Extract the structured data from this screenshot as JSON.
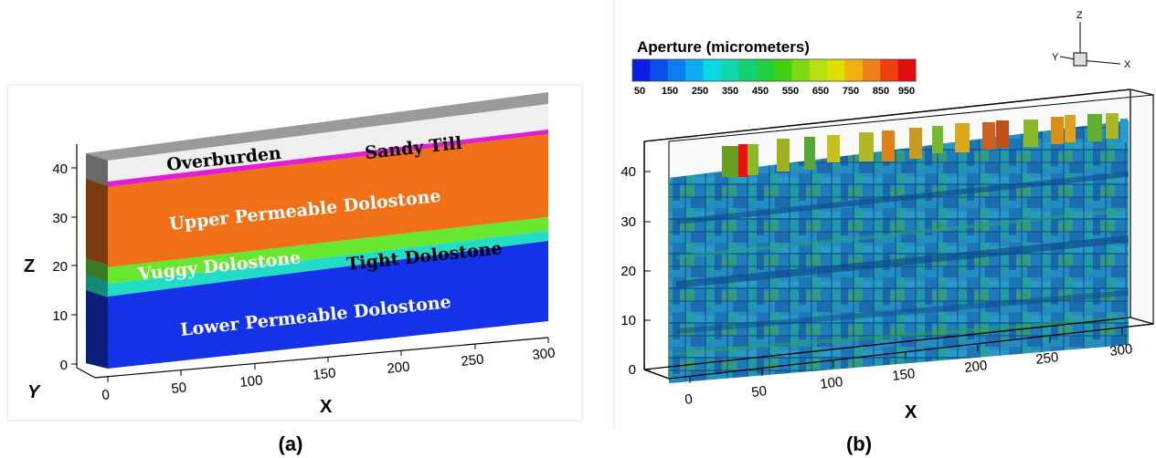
{
  "panel_a": {
    "label": "(a)",
    "z_axis": {
      "title": "Z",
      "ticks": [
        "0",
        "10",
        "20",
        "30",
        "40"
      ]
    },
    "x_axis": {
      "title": "X",
      "ticks": [
        "0",
        "50",
        "100",
        "150",
        "200",
        "250",
        "300"
      ]
    },
    "y_axis": {
      "title": "Y"
    },
    "layers": [
      {
        "label": "Overburden",
        "color": "#f0f0f0",
        "text_color": "#000000"
      },
      {
        "label": "Sandy Till",
        "color": "#e020d0",
        "text_color": "#000000"
      },
      {
        "label": "Upper Permeable Dolostone",
        "color": "#f07018",
        "text_color": "#ffffff"
      },
      {
        "label": "Vuggy Dolostone",
        "color": "#66e830",
        "text_color": "#ffffff"
      },
      {
        "label": "Tight Dolostone",
        "color": "#22dcc6",
        "text_color": "#000000"
      },
      {
        "label": "Lower Permeable Dolostone",
        "color": "#1432e8",
        "text_color": "#ffffff"
      }
    ]
  },
  "panel_b": {
    "label": "(b)",
    "colorbar": {
      "title": "Aperture (micrometers)",
      "ticks": [
        "50",
        "150",
        "250",
        "350",
        "450",
        "550",
        "650",
        "750",
        "850",
        "950"
      ],
      "colors": [
        "#0a1ee6",
        "#0a4ef0",
        "#0a7ef0",
        "#0aaef0",
        "#0ad8e0",
        "#10d8a8",
        "#14d070",
        "#20d040",
        "#40d010",
        "#80d810",
        "#b8e010",
        "#e0e000",
        "#f0b010",
        "#f08018",
        "#f04010",
        "#e01010"
      ]
    },
    "z_axis": {
      "ticks": [
        "0",
        "10",
        "20",
        "30",
        "40"
      ]
    },
    "x_axis": {
      "title": "X",
      "ticks": [
        "0",
        "50",
        "100",
        "150",
        "200",
        "250",
        "300"
      ]
    },
    "triad": {
      "z": "Z",
      "y": "Y",
      "x": "X"
    }
  }
}
